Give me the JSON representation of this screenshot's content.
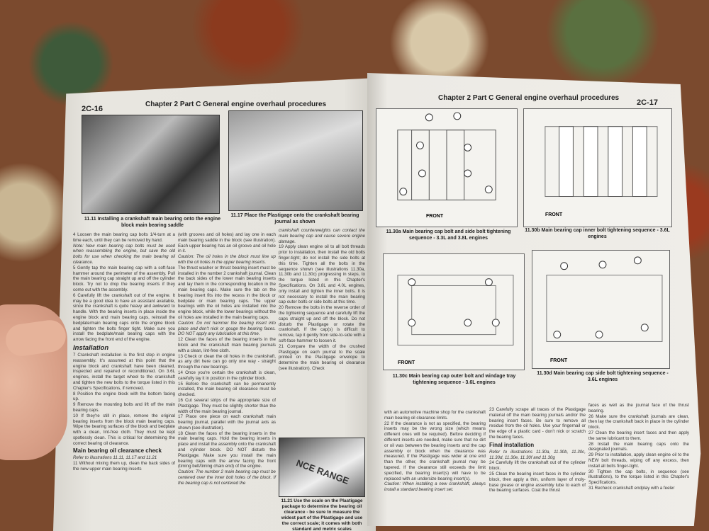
{
  "left_page": {
    "page_number": "2C-16",
    "header": "Chapter 2 Part C  General engine overhaul procedures",
    "fig_11_11": "11.11  Installing a crankshaft main bearing onto the engine block main bearing saddle",
    "fig_11_17": "11.17  Place the Plastigage onto the crankshaft bearing journal as shown",
    "fig_11_21": "11.21  Use the scale on the Plastigage package to determine the bearing oil clearance - be sure to measure the widest part of the Plastigage and use the correct scale; it comes with both standard and metric scales",
    "photo_text": "NCE RANGE",
    "col1": [
      "4   Loosen the main bearing cap bolts 1/4-turn at a time each, until they can be removed by hand.",
      "Note: New main bearing cap bolts must be used when reassembling the engine, but save the old bolts for use when checking the main bearing oil clearance.",
      "5   Gently tap the main bearing cap with a soft-face hammer around the perimeter of the assembly. Pull the main bearing cap straight up and off the cylinder block. Try not to drop the bearing inserts if they come out with the assembly.",
      "6   Carefully lift the crankshaft out of the engine. It may be a good idea to have an assistant available, since the crankshaft is quite heavy and awkward to handle. With the bearing inserts in place inside the engine block and main bearing caps, reinstall the bedplate/main bearing caps onto the engine block and tighten the bolts finger tight. Make sure you install the bedplate/main bearing caps with the arrow facing the front end of the engine."
    ],
    "installation_heading": "Installation",
    "col1b": [
      "7   Crankshaft installation is the first step in engine reassembly. It's assumed at this point that the engine block and crankshaft have been cleaned, inspected and repaired or reconditioned. On 3.6L engines, install the target wheel to the crankshaft and tighten the new bolts to the torque listed in this Chapter's Specifications, if removed.",
      "8   Position the engine block with the bottom facing up.",
      "9   Remove the mounting bolts and lift off the main bearing caps.",
      "10  If they're still in place, remove the original bearing inserts from the block main bearing caps. Wipe the bearing surfaces of the block and bedplate with a clean, lint-free cloth. They must be kept spotlessly clean. This is critical for determining the correct bearing oil clearance."
    ],
    "clearance_heading": "Main bearing oil clearance check",
    "clearance_ref": "Refer to illustrations 11.11, 11.17 and 11.21",
    "col1c": "11  Without mixing them up, clean the back sides of the new upper main bearing inserts",
    "col2": [
      "(with grooves and oil holes) and lay one in each main bearing saddle in the block (see illustration). Each upper bearing has an oil groove and oil hole in it.",
      "Caution: The oil holes in the block must line up with the oil holes in the upper bearing inserts.",
      "The thrust washer or thrust bearing insert must be installed in the number 2 crankshaft journal. Clean the back sides of the lower main bearing inserts and lay them in the corresponding location in the main bearing caps. Make sure the tab on the bearing insert fits into the recess in the block or bedplate or main bearing caps. The upper bearings with the oil holes are installed into the engine block, while the lower bearings without the oil holes are installed in the main bearing caps.",
      "Caution: Do not hammer the bearing insert into place and don't nick or gouge the bearing faces. DO NOT apply any lubrication at this time.",
      "12  Clean the faces of the bearing inserts in the block and the crankshaft main bearing journals with a clean, lint-free cloth.",
      "13  Check or clean the oil holes in the crankshaft, as any dirt here can go only one way - straight through the new bearings.",
      "14  Once you're certain the crankshaft is clean, carefully lay it in position in the cylinder block.",
      "15  Before the crankshaft can be permanently installed, the main bearing oil clearance must be checked.",
      "16  Cut several strips of the appropriate size of Plastigage. They must be slightly shorter than the width of the main bearing journal.",
      "17  Place one piece on each crankshaft main bearing journal, parallel with the journal axis as shown (see illustration).",
      "18  Clean the faces of the bearing inserts in the main bearing caps. Hold the bearing inserts in place and install the assembly onto the crankshaft and cylinder block. DO NOT disturb the Plastigage. Make sure you install the main bearing caps with the arrow facing the front (timing belt/timing chain end) of the engine.",
      "Caution: The number 2 main bearing cap must be centered over the inner bolt holes of the block. If the bearing cap is not centered the"
    ],
    "col3": [
      "crankshaft counterweights can contact the main bearing cap and cause severe engine damage.",
      "19  Apply clean engine oil to all bolt threads prior to installation, then install the old bolts finger-tight; do not install the side bolts at this time. Tighten all the bolts in the sequence shown (see illustrations 11.30a, 11.30b and 11.30c) progressing in steps, to the torque listed in this Chapter's Specifications. On 3.8L and 4.0L engines, only install and tighten the inner bolts. It is not necessary to install the main bearing cap outer bolts or side bolts at this time.",
      "20  Remove the bolts in the reverse order of the tightening sequence and carefully lift the caps straight up and off the block. Do not disturb the Plastigage or rotate the crankshaft. If the cap(s) is difficult to remove, tap it gently from side-to-side with a soft-face hammer to loosen it.",
      "21  Compare the width of the crushed Plastigage on each journal to the scale printed on the Plastigage envelope to determine the main bearing oil clearance (see illustration). Check"
    ]
  },
  "right_page": {
    "page_number": "2C-17",
    "header": "Chapter 2 Part C  General engine overhaul procedures",
    "front_label": "FRONT",
    "fig_11_30a": "11.30a  Main bearing cap bolt and side bolt tightening sequence - 3.3L and 3.8L engines",
    "fig_11_30b": "11.30b  Main bearing cap inner bolt tightening sequence - 3.6L engines",
    "fig_11_30c": "11.30c  Main bearing cap outer bolt and windage tray tightening sequence - 3.6L engines",
    "fig_11_30d": "11.30d  Main bearing cap side bolt tightening sequence - 3.6L engines",
    "col1": [
      "with an automotive machine shop for the crankshaft main bearing oil clearance limits.",
      "22  If the clearance is not as specified, the bearing inserts may be the wrong size (which means different ones will be required). Before deciding if different inserts are needed, make sure that no dirt or oil was between the bearing inserts and the cap assembly or block when the clearance was measured. If the Plastigage was wider at one end than the other, the crankshaft journal may be tapered. If the clearance still exceeds the limit specified, the bearing insert(s) will have to be replaced with an undersize bearing insert(s).",
      "Caution: When installing a new crankshaft, always install a standard bearing insert set."
    ],
    "col2": [
      "23  Carefully scrape all traces of the Plastigage material off the main bearing journals and/or the bearing insert faces. Be sure to remove all residue from the oil holes. Use your fingernail or the edge of a plastic card - don't nick or scratch the bearing faces."
    ],
    "final_heading": "Final installation",
    "final_ref": "Refer to illustrations 11.30a, 11.30b, 11.30c, 11.30d, 11.30e, 11.30f and 11.30g",
    "col2b": [
      "24  Carefully lift the crankshaft out of the cylinder block.",
      "25  Clean the bearing insert faces in the cylinder block, then apply a thin, uniform layer of moly-base grease or engine assembly lube to each of the bearing surfaces. Coat the thrust"
    ],
    "col3": [
      "faces as well as the journal face of the thrust bearing.",
      "26  Make sure the crankshaft journals are clean, then lay the crankshaft back in place in the cylinder block.",
      "27  Clean the bearing insert faces and then apply the same lubricant to them.",
      "28  Install the main bearing caps onto the designated journals.",
      "29  Prior to installation, apply clean engine oil to the NEW bolt threads, wiping off any excess, then install all bolts finger-tight.",
      "30  Tighten the cap bolts, in sequence (see illustrations), to the torque listed in this Chapter's Specifications.",
      "31  Recheck crankshaft endplay with a feeler"
    ]
  },
  "colors": {
    "paper": "#e9e7e1",
    "ink": "#333333",
    "carpet": "#7b4a2e"
  }
}
